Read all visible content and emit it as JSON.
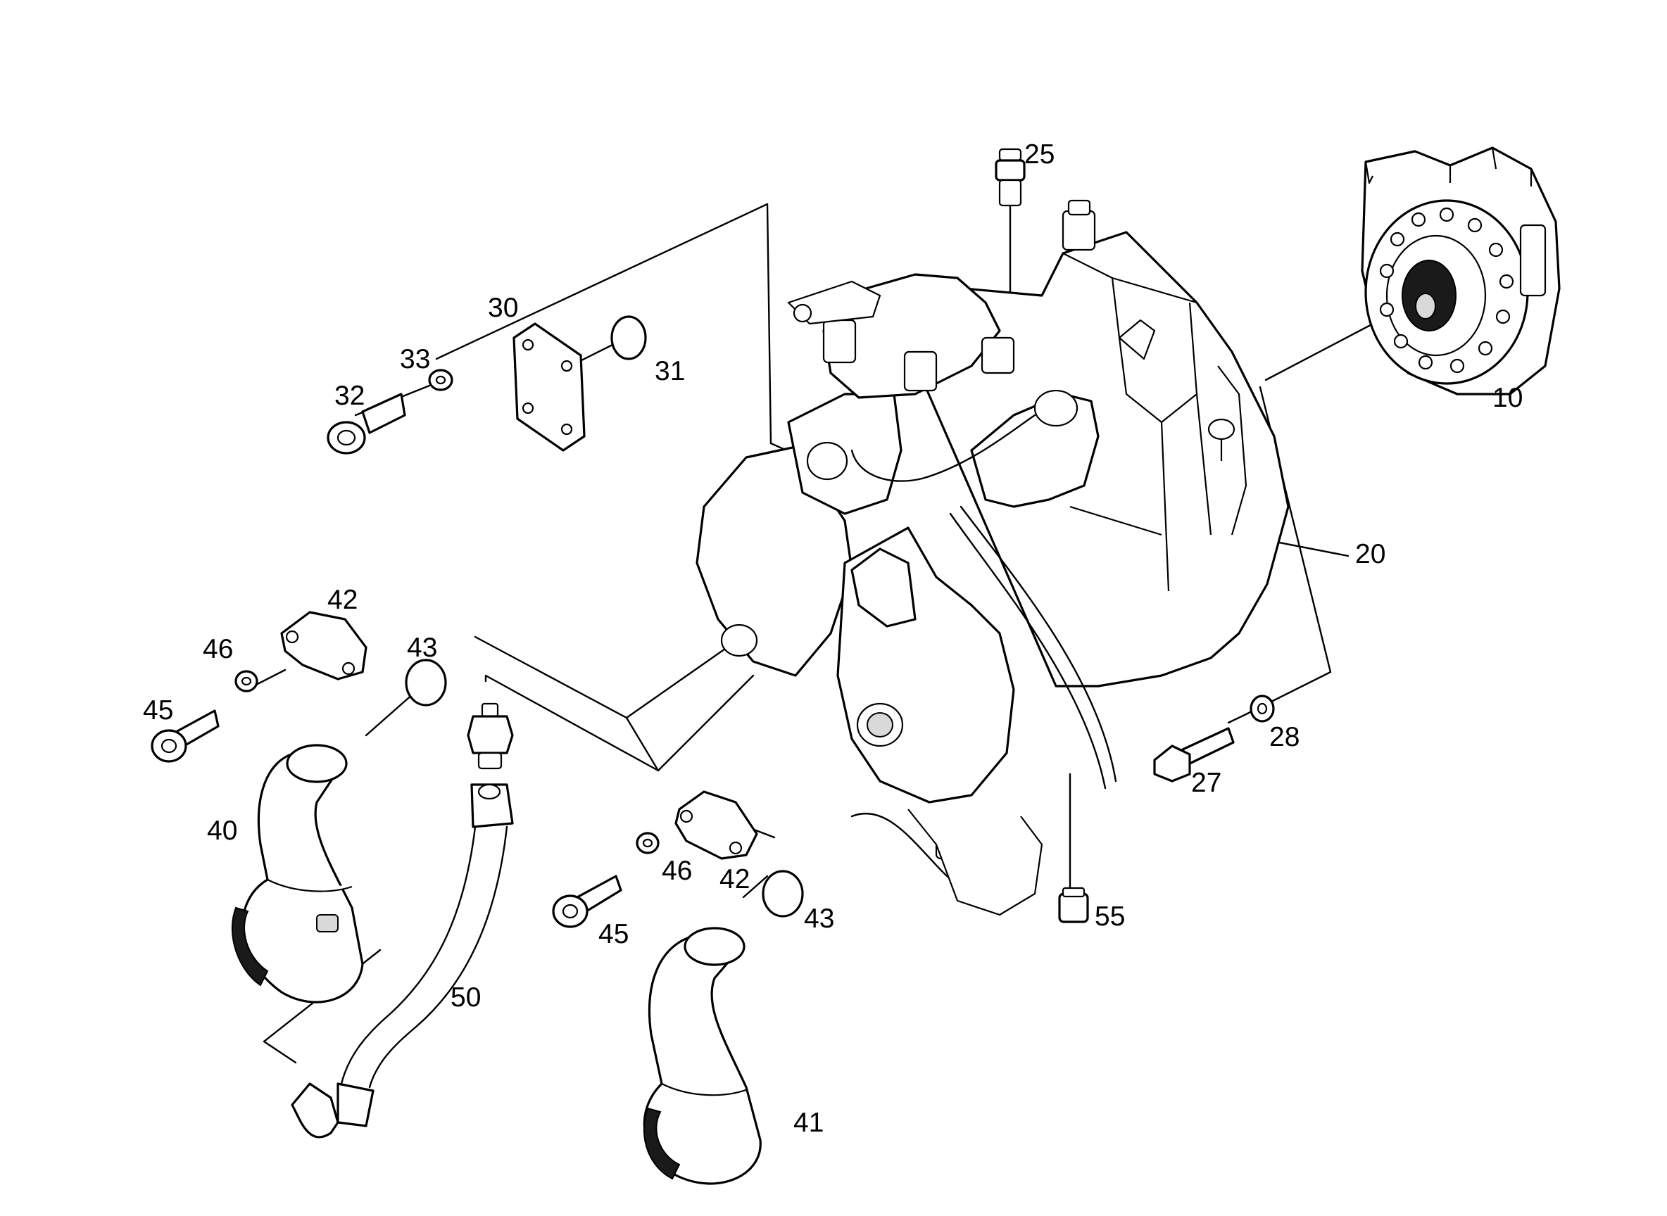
{
  "callouts": [
    {
      "id": "c10",
      "text": "10"
    },
    {
      "id": "c20",
      "text": "20"
    },
    {
      "id": "c25",
      "text": "25"
    },
    {
      "id": "c27",
      "text": "27"
    },
    {
      "id": "c28",
      "text": "28"
    },
    {
      "id": "c30",
      "text": "30"
    },
    {
      "id": "c31",
      "text": "31"
    },
    {
      "id": "c32",
      "text": "32"
    },
    {
      "id": "c33",
      "text": "33"
    },
    {
      "id": "c40",
      "text": "40"
    },
    {
      "id": "c41",
      "text": "41"
    },
    {
      "id": "c42a",
      "text": "42"
    },
    {
      "id": "c42b",
      "text": "42"
    },
    {
      "id": "c43a",
      "text": "43"
    },
    {
      "id": "c43b",
      "text": "43"
    },
    {
      "id": "c45a",
      "text": "45"
    },
    {
      "id": "c45b",
      "text": "45"
    },
    {
      "id": "c46a",
      "text": "46"
    },
    {
      "id": "c46b",
      "text": "46"
    },
    {
      "id": "c50",
      "text": "50"
    },
    {
      "id": "c55",
      "text": "55"
    }
  ]
}
